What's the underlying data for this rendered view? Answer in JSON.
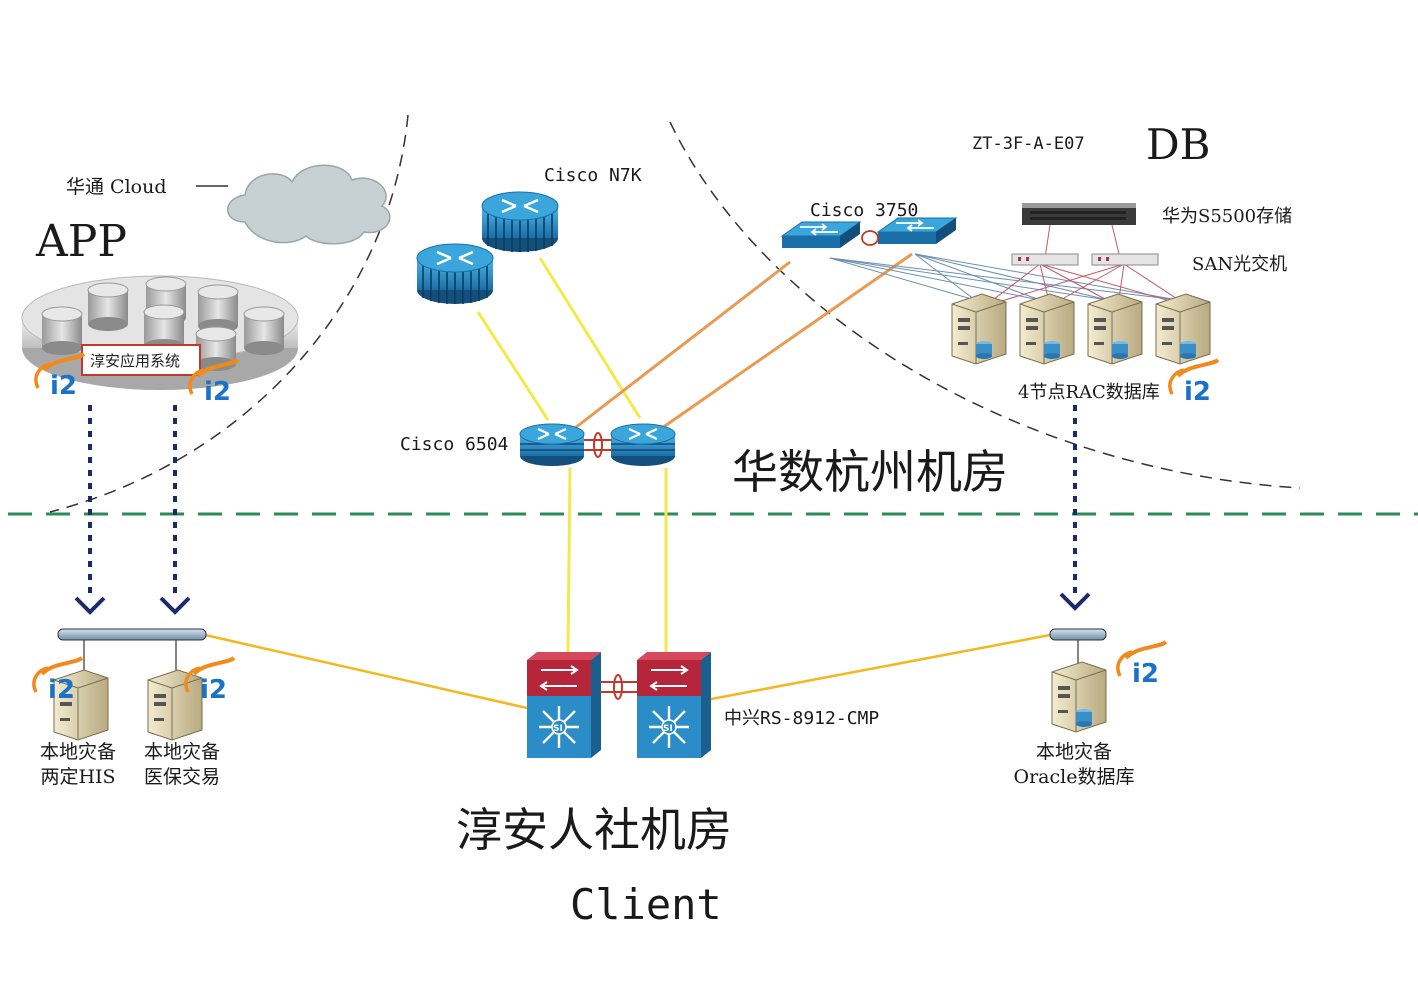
{
  "labels": {
    "cloud": "华通 Cloud",
    "app": "APP",
    "app_system": "淳安应用系统",
    "cisco_n7k": "Cisco N7K",
    "cisco_3750": "Cisco 3750",
    "cisco_6504": "Cisco 6504",
    "zt_code": "ZT-3F-A-E07",
    "db": "DB",
    "huawei_storage": "华为S5500存储",
    "san_switch": "SAN光交机",
    "rac_db": "4节点RAC数据库",
    "huashu_room": "华数杭州机房",
    "zte_switch": "中兴RS-8912-CMP",
    "local_dr_his_1": "本地灾备",
    "local_dr_his_2": "两定HIS",
    "local_dr_med_1": "本地灾备",
    "local_dr_med_2": "医保交易",
    "local_dr_oracle_1": "本地灾备",
    "local_dr_oracle_2": "Oracle数据库",
    "chunan_room": "淳安人社机房",
    "client": "Client"
  },
  "icons": {
    "i2_badge": "i2",
    "router": "router-icon",
    "switch": "switch-icon",
    "server": "server-icon",
    "cloud": "cloud-icon",
    "storage": "storage-array-icon",
    "database": "database-cylinder-icon"
  },
  "colors": {
    "yellow_link": "#f2ea4a",
    "orange_link": "#e89a52",
    "gold_link": "#f2b81e",
    "divider_green": "#2e8b57",
    "arrow_navy": "#1b2a6b",
    "device_blue": "#1f8fc6",
    "i2_blue": "#1a73c8",
    "i2_orange": "#f08a1c"
  }
}
